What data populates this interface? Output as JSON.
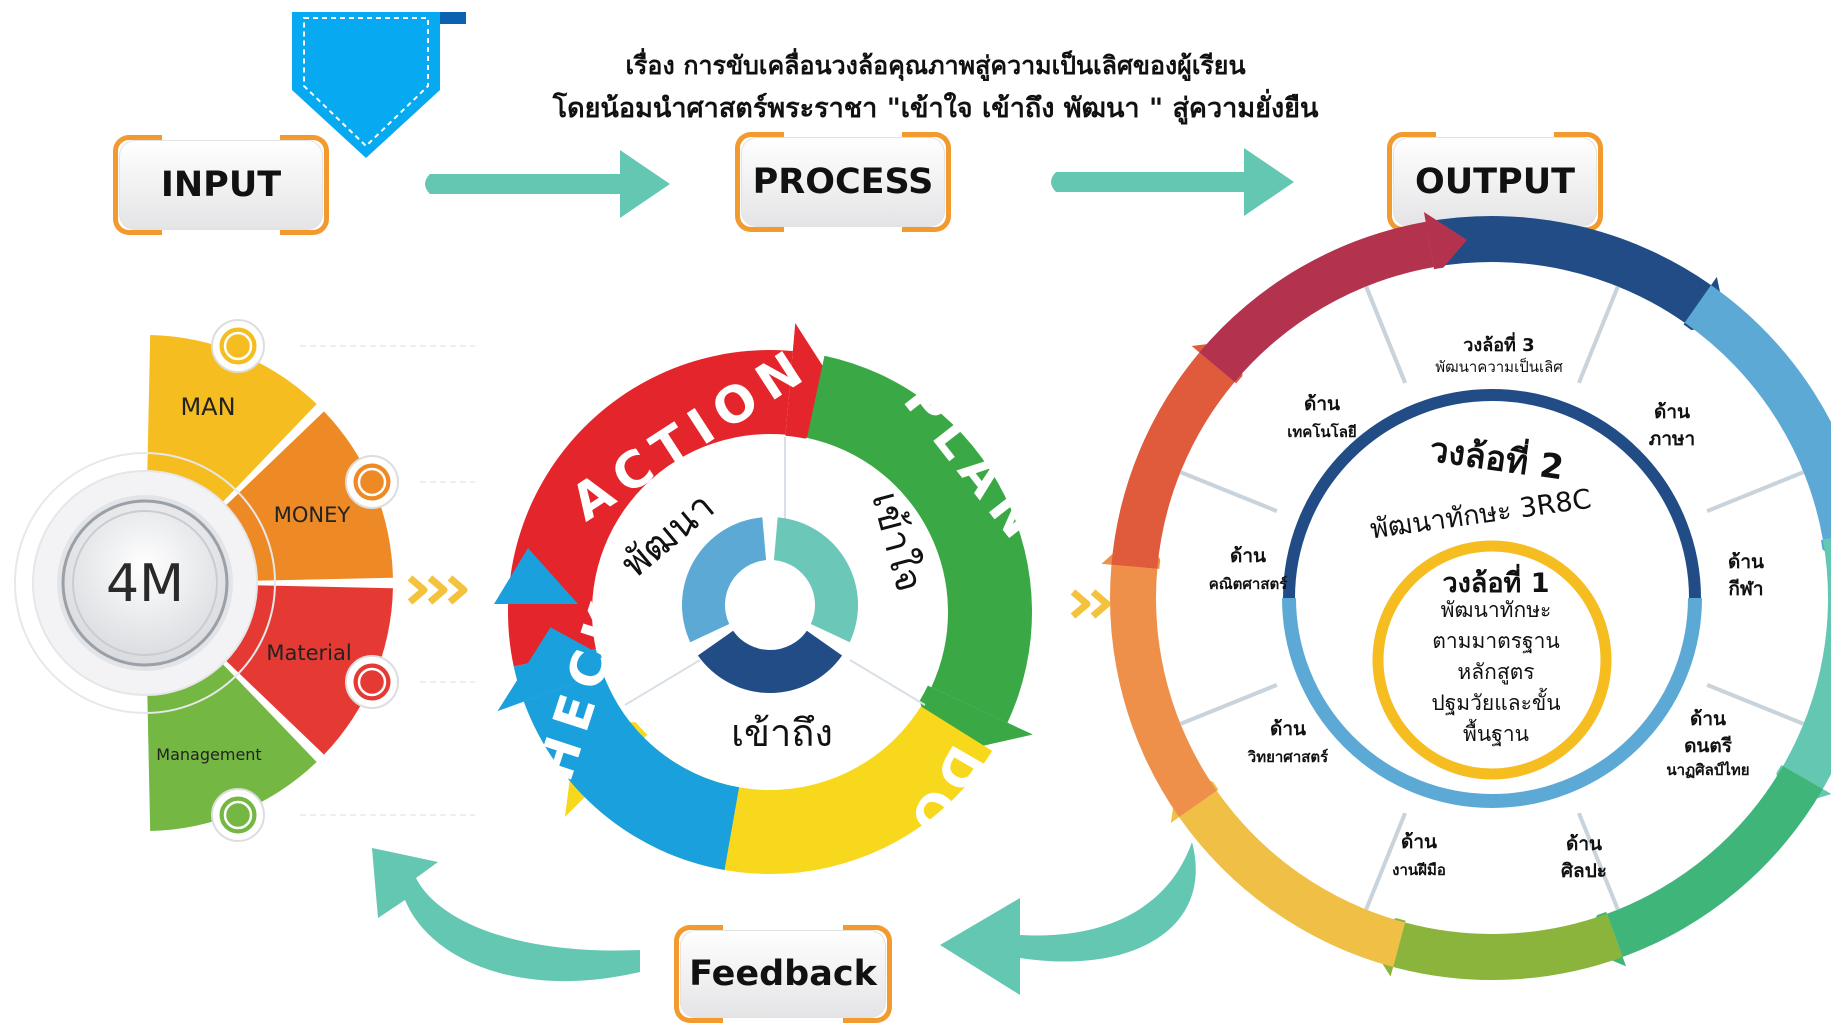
{
  "header": {
    "title_line1": "เรื่อง การขับเคลื่อนวงล้อคุณภาพสู่ความเป็นเลิศของผู้เรียน",
    "title_line2": "โดยน้อมนำศาสตร์พระราชา \"เข้าใจ เข้าถึง พัฒนา \" สู่ความยั่งยืน"
  },
  "flow": {
    "input": "INPUT",
    "process": "PROCESS",
    "output": "OUTPUT",
    "feedback": "Feedback"
  },
  "input_4m": {
    "center": "4M",
    "items": [
      "MAN",
      "MONEY",
      "Material",
      "Management"
    ],
    "colors": [
      "#f5bd1f",
      "#ee8a25",
      "#e53a33",
      "#74b843"
    ]
  },
  "pdca": {
    "action": "ACTION",
    "plan": "PLAN",
    "do": "DO",
    "check": "CHECK",
    "inner_develop": "พัฒนา",
    "inner_understand": "เข้าใจ",
    "inner_reach": "เข้าถึง",
    "colors": {
      "action": "#e4252b",
      "plan": "#3aa945",
      "do": "#f8d81c",
      "check": "#1aa0dc"
    }
  },
  "output_wheel": {
    "wheel3_title": "วงล้อที่ 3",
    "wheel3_sub": "พัฒนาความเป็นเลิศ",
    "wheel2_title": "วงล้อที่ 2",
    "wheel2_sub": "พัฒนาทักษะ 3R8C",
    "wheel1_title": "วงล้อที่ 1",
    "wheel1_lines": [
      "พัฒนาทักษะ",
      "ตามมาตรฐาน",
      "หลักสูตร",
      "ปฐมวัยและขั้น",
      "พื้นฐาน"
    ],
    "sectors": [
      {
        "l1": "ด้าน",
        "l2": "ภาษา"
      },
      {
        "l1": "ด้าน",
        "l2": "กีฬา"
      },
      {
        "l1": "ด้าน",
        "l2": "ดนตรี",
        "l3": "นาฏศิลป์ไทย"
      },
      {
        "l1": "ด้าน",
        "l2": "ศิลปะ"
      },
      {
        "l1": "ด้าน",
        "l2": "งานฝีมือ"
      },
      {
        "l1": "ด้าน",
        "l2": "วิทยาศาสตร์"
      },
      {
        "l1": "ด้าน",
        "l2": "คณิตศาสตร์"
      },
      {
        "l1": "ด้าน",
        "l2": "เทคโนโลยี"
      }
    ]
  },
  "colors": {
    "teal_arrow": "#63c7b2",
    "orange_frame": "#f29a2e",
    "bookmark": "#07a9f0",
    "chevrons": "#f4c23c",
    "navy": "#214c86",
    "ring_blue": "#5ba9d4",
    "ring_yellow": "#f5bd1f"
  }
}
